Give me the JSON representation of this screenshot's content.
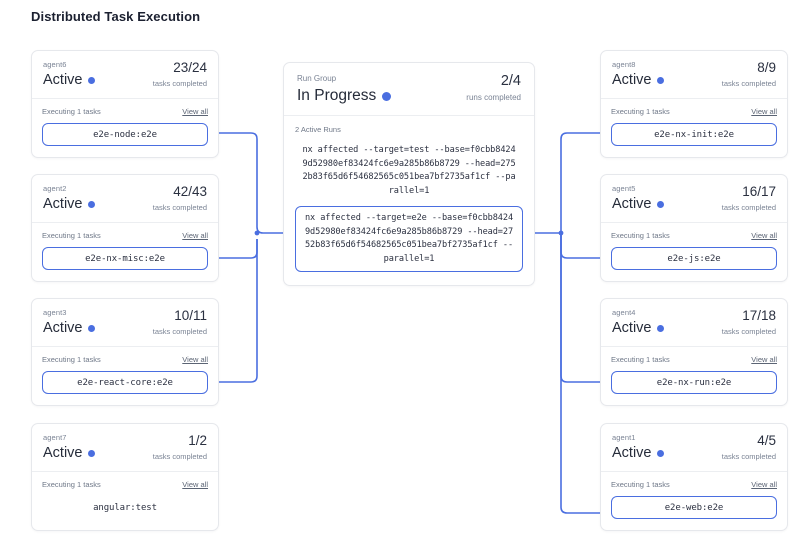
{
  "page": {
    "title": "Distributed Task Execution",
    "accent_color": "#4a6ee0",
    "card_border_color": "#e6e8ec",
    "muted_text_color": "#7a8394"
  },
  "run_group": {
    "label": "Run Group",
    "status": "In Progress",
    "status_dot": "status-dot-blue",
    "count": "2/4",
    "count_label": "runs completed",
    "active_runs_label": "2 Active Runs",
    "runs": [
      {
        "command": "nx affected --target=test --base=f0cbb84249d52980ef83424fc6e9a285b86b8729 --head=2752b83f65d6f54682565c051bea7bf2735af1cf --parallel=1",
        "highlighted": false
      },
      {
        "command": "nx affected --target=e2e --base=f0cbb84249d52980ef83424fc6e9a285b86b8729 --head=2752b83f65d6f54682565c051bea7bf2735af1cf --parallel=1",
        "highlighted": true
      }
    ]
  },
  "left_agents": [
    {
      "agent": "agent6",
      "status": "Active",
      "count": "23/24",
      "count_label": "tasks completed",
      "executing_label": "Executing 1 tasks",
      "view_all": "View all",
      "task": "e2e-node:e2e",
      "connected": true
    },
    {
      "agent": "agent2",
      "status": "Active",
      "count": "42/43",
      "count_label": "tasks completed",
      "executing_label": "Executing 1 tasks",
      "view_all": "View all",
      "task": "e2e-nx-misc:e2e",
      "connected": true
    },
    {
      "agent": "agent3",
      "status": "Active",
      "count": "10/11",
      "count_label": "tasks completed",
      "executing_label": "Executing 1 tasks",
      "view_all": "View all",
      "task": "e2e-react-core:e2e",
      "connected": true
    },
    {
      "agent": "agent7",
      "status": "Active",
      "count": "1/2",
      "count_label": "tasks completed",
      "executing_label": "Executing 1 tasks",
      "view_all": "View all",
      "task": "angular:test",
      "connected": false
    }
  ],
  "right_agents": [
    {
      "agent": "agent8",
      "status": "Active",
      "count": "8/9",
      "count_label": "tasks completed",
      "executing_label": "Executing 1 tasks",
      "view_all": "View all",
      "task": "e2e-nx-init:e2e",
      "connected": true
    },
    {
      "agent": "agent5",
      "status": "Active",
      "count": "16/17",
      "count_label": "tasks completed",
      "executing_label": "Executing 1 tasks",
      "view_all": "View all",
      "task": "e2e-js:e2e",
      "connected": true
    },
    {
      "agent": "agent4",
      "status": "Active",
      "count": "17/18",
      "count_label": "tasks completed",
      "executing_label": "Executing 1 tasks",
      "view_all": "View all",
      "task": "e2e-nx-run:e2e",
      "connected": true
    },
    {
      "agent": "agent1",
      "status": "Active",
      "count": "4/5",
      "count_label": "tasks completed",
      "executing_label": "Executing 1 tasks",
      "view_all": "View all",
      "task": "e2e-web:e2e",
      "connected": true
    }
  ]
}
